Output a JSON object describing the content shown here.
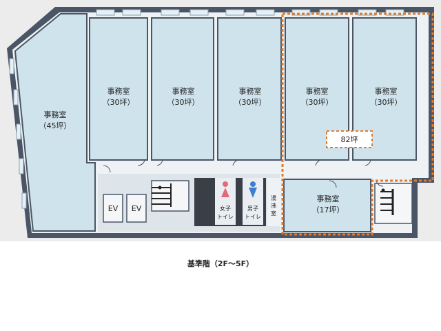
{
  "rooms": {
    "office_45": {
      "name": "事務室",
      "size": "（45坪）"
    },
    "office_a": {
      "name": "事務室",
      "size": "（30坪）"
    },
    "office_b": {
      "name": "事務室",
      "size": "（30坪）"
    },
    "office_c": {
      "name": "事務室",
      "size": "（30坪）"
    },
    "office_d": {
      "name": "事務室",
      "size": "（30坪）"
    },
    "office_e": {
      "name": "事務室",
      "size": "（30坪）"
    },
    "office_17": {
      "name": "事務室",
      "size": "（17坪）"
    }
  },
  "highlight": {
    "label": "82坪"
  },
  "elevators": {
    "ev1": "EV",
    "ev2": "EV"
  },
  "toilets": {
    "women": {
      "line1": "女子",
      "line2": "トイレ"
    },
    "men": {
      "line1": "男子",
      "line2": "トイレ"
    }
  },
  "kitchen": {
    "chars": [
      "湯",
      "沸",
      "室"
    ]
  },
  "caption": "基準階（2F〜5F）",
  "colors": {
    "wall": "#4a5566",
    "room": "#cfe3ec",
    "corridor": "#eef2f5",
    "background": "#ececec",
    "highlight": "#e07a2c",
    "women": "#e06a7a",
    "men": "#3b7fd0"
  }
}
